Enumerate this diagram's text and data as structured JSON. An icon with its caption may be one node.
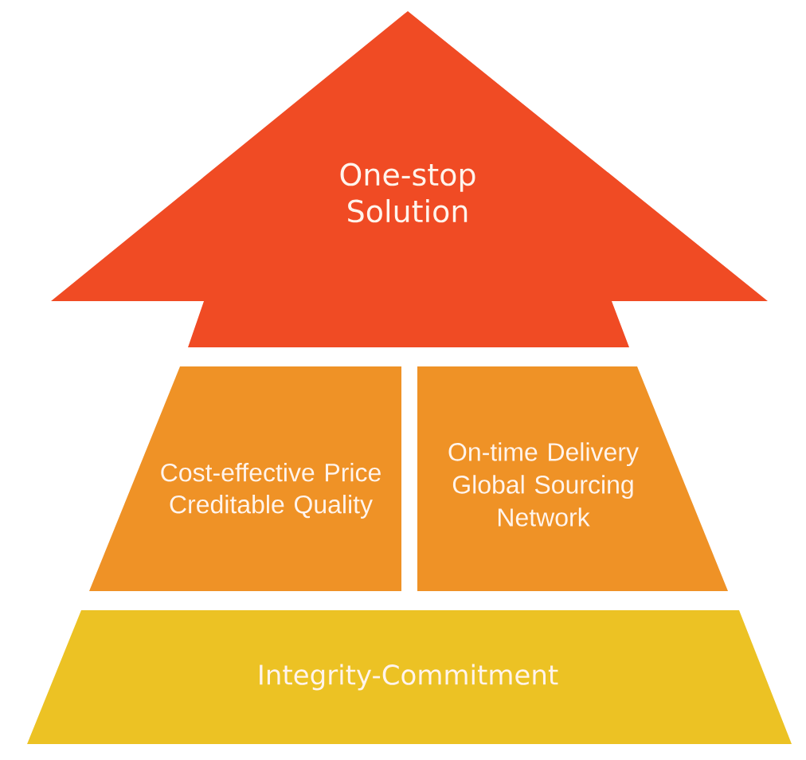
{
  "diagram": {
    "nodes": [
      {
        "text": [
          "One-stop Solution"
        ]
      },
      {
        "text": [
          "Cost-effective Price",
          "Creditable Quality"
        ]
      },
      {
        "text": [
          "On-time Delivery",
          "Global Sourcing Network"
        ]
      },
      {
        "text": [
          "Integrity-Commitment"
        ]
      }
    ]
  }
}
